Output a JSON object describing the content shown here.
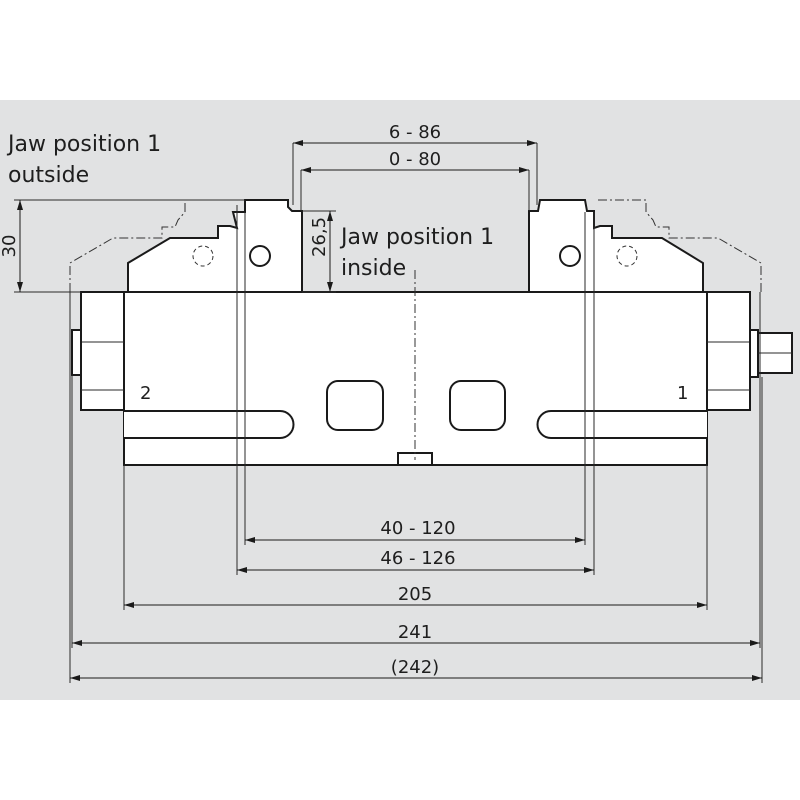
{
  "labels": {
    "outside_line1": "Jaw position 1",
    "outside_line2": "outside",
    "inside_line1": "Jaw position 1",
    "inside_line2": "inside",
    "jaw_number_left": "2",
    "jaw_number_right": "1"
  },
  "dimensions": {
    "top_outer": "6 - 86",
    "top_inner": "0 - 80",
    "height_outside": "30",
    "height_inside": "26,5",
    "clamp_inner": "40 - 120",
    "clamp_outer": "46 - 126",
    "body_length": "205",
    "overall_length": "241",
    "overall_length_ref": "(242)"
  },
  "colors": {
    "background": "#e1e2e3",
    "line": "#1a1a1a"
  }
}
